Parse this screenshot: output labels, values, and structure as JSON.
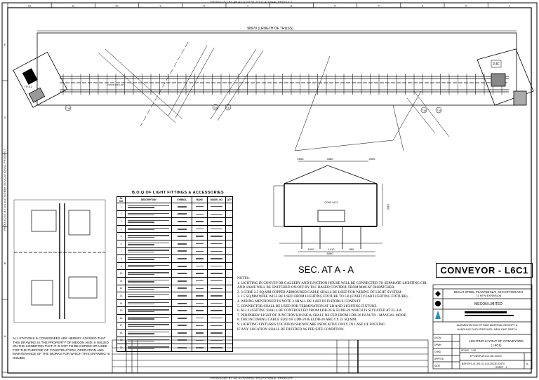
{
  "watermark": "PRODUCED BY AN AUTODESK EDUCATIONAL PRODUCT",
  "grid_columns": [
    "12",
    "11",
    "10",
    "9",
    "8",
    "7",
    "6",
    "5",
    "4",
    "3",
    "2",
    "1"
  ],
  "grid_rows": [
    "E",
    "D",
    "C",
    "B",
    "A"
  ],
  "plan": {
    "overall_dimension": "98970 (LENGTH OF TRUSS)",
    "conveyor_label": "CONVEYOR L6C1",
    "junction_left": "TP-31",
    "junction_right": "PJC",
    "tags": [
      "T15",
      "T16",
      "T17",
      "T18",
      "T19"
    ]
  },
  "section": {
    "title": "SEC. AT A - A",
    "dims_top": [
      "2505",
      "3480",
      "2505"
    ],
    "dim_height": "3400",
    "dims_bottom": [
      "1000",
      "1410",
      "850"
    ],
    "dim_overall": "5060",
    "conveyor_tag": "CONV L6C1"
  },
  "boq": {
    "title": "B.O.Q OF LIGHT FITTINGS & ACCESSORIES",
    "headers": [
      "SL NO",
      "DESCRIPTION",
      "SYMBOL",
      "MAKE",
      "MODEL NO",
      "QTY"
    ],
    "rows": [
      "1",
      "2",
      "3",
      "4",
      "5",
      "6",
      "7",
      "8",
      "9",
      "10",
      "11",
      "12",
      "13",
      "14",
      "15",
      "16",
      "17",
      "18",
      "19",
      "20"
    ],
    "qty": "-"
  },
  "notes": {
    "title": "NOTES:",
    "items": [
      "1.  LIGHTING IN CONVEYOR GALLERY AND JUNCTION HOUSE WILL BE CONNECTED TO SEPARATE LIGHTING CIRCUIT",
      "     AND SAME WILL BE SWITCHED ON/OFF BY PLC BASED CONTROL FROM MMI AT DISPATCHER.",
      "2.  3 CORE 2.5 SQ.MM COPPER ARMOURED CABLE SHALL BE USED FOR WIRING OF LIGHT SYSTEM.",
      "3.  1.5 SQ.MM WIRE WILL BE USED FROM LIGHTING FIXTURE TO LB (FIXED YEAR LIGHTING FIXTURE).",
      "4.  WIRING MENTIONED IN NOTE 3 SHALL BE LAID IN FLEXIBLE CONDUIT.",
      "5.  CONNECTOR SHALL BE USED FOR TERMINATION AT LB AND LIGHTING FIXTURE.",
      "6.  ALL LIGHTING SHALL BE CONTROLLED FROM LDB-26 & ELDB-26 WHICH IS SITUATED AT EL-LA",
      "7.  PERIPHERY LIGHT OF JUNCTION HOUSE & SHALL BE FED FROM LDB-26 IN AUTO / MANUAL MODE.",
      "8.  THE INCOMING CABLE SIZE OF LDB-26 & ELDB-26 ARE 4 X 25 SQ.MM.",
      "9. LIGHTING FIXTURES LOCATION SHOWN ARE INDICATIVE ONLY. IN CASE OF FOULING",
      "    IF ANY LOCATION SHALL BE DECIDED AS PER SITE CONDITION."
    ]
  },
  "title_block": {
    "conveyor_title": "CONVEYOR - L6C1",
    "client": "BHILAI STEEL PLANT,BHILAI, CHHATTISGARH",
    "client_sub": "7.0 MTPA EXPANSION",
    "consultant": "MECON LIMITED",
    "project": "AUGMENTATION OF RAW MATERIAL RECEIPT &",
    "project2": "HANDLING FACILITIES WITH NEW OHP, PART-II",
    "drawing_title": "LIGHTING LAYOUT OF CONVEYORS",
    "drawing_title2": "( L6C1)",
    "scale": "SCALE : 1:50",
    "drawing_no": "EP1/BSP-301-01-DE-03470",
    "drawing_no2": "BSP-EP1-01-301-01-013-28-DE-03470",
    "sheet": "SHEET - 1",
    "rev": "0",
    "sign_labels": [
      "DSGN",
      "DRWN",
      "CHKD",
      "APPRVD",
      "DATE"
    ]
  },
  "bottom_left_note": "ALL STATIONS & CONSIGNEES ARE HEREBY ADVISED THAT THIS DRAWING IS THE PROPERTY OF MECON AND IS ISSUED ON THE CONDITION THAT IT IS NOT TO BE COPIED OR USED FOR THE PURPOSE OF CONSTRUCTION, OPERATION AND MAINTENANCE OF THE WORKS FOR WHICH THIS DRAWING IS ISSUED."
}
